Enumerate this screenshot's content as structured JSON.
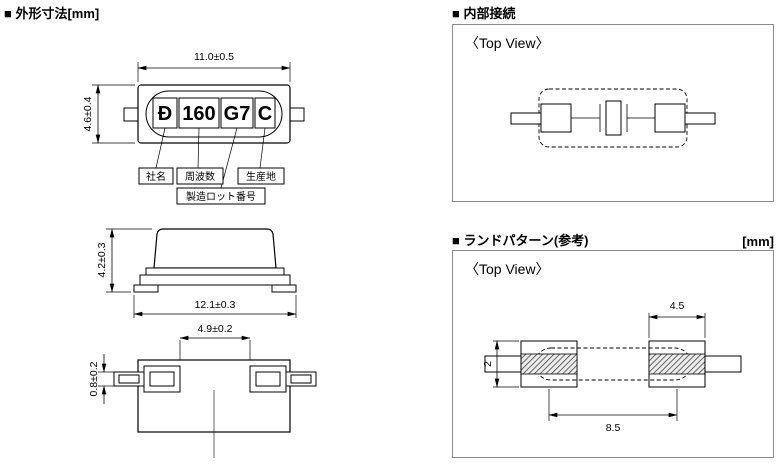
{
  "outline": {
    "title": "■ 外形寸法[mm]",
    "top_view": {
      "dim_width": "11.0±0.5",
      "dim_height": "4.6±0.4",
      "marking": {
        "logo": "Đ",
        "freq": "160",
        "lot": "G7",
        "origin": "C"
      },
      "labels": {
        "company": "社名",
        "frequency": "周波数",
        "origin": "生産地",
        "lot": "製造ロット番号"
      }
    },
    "side_view": {
      "dim_height": "4.2±0.3",
      "dim_width": "12.1±0.3"
    },
    "bottom_view": {
      "dim_gap": "4.9±0.2",
      "dim_lead": "0.8±0.2"
    }
  },
  "internal": {
    "title": "■ 内部接続",
    "view_label": "〈Top View〉"
  },
  "land": {
    "title": "■ ランドパターン(参考)",
    "unit": "[mm]",
    "view_label": "〈Top View〉",
    "dim_pad_width": "4.5",
    "dim_pad_height": "2",
    "dim_span": "8.5"
  }
}
